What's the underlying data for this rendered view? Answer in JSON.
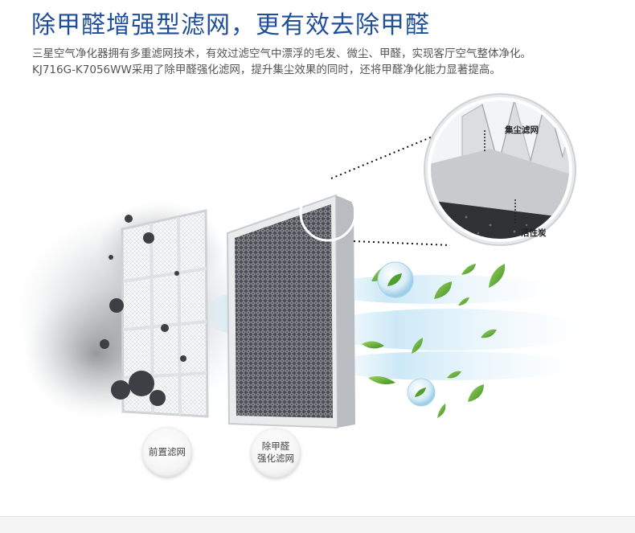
{
  "header": {
    "title": "除甲醛增强型滤网，更有效去除甲醛",
    "desc_line1": "三星空气净化器拥有多重滤网技术，有效过滤空气中漂浮的毛发、微尘、甲醛，实现客厅空气整体净化。",
    "desc_line2": "KJ716G-K7056WW采用了除甲醛强化滤网，提升集尘效果的同时，还将甲醛净化能力显著提高。"
  },
  "callout": {
    "dust_label": "集尘滤网",
    "carbon_label": "活性炭"
  },
  "badges": {
    "prefilter": "前置滤网",
    "formaldehyde_line1": "除甲醛",
    "formaldehyde_line2": "强化滤网"
  },
  "colors": {
    "title": "#1f4f9a",
    "leaf": "#6cb33f",
    "air": "#bfe3f5"
  },
  "icons": [
    "leaf-icon",
    "bubble-leaf-icon",
    "dust-particle-icon"
  ]
}
